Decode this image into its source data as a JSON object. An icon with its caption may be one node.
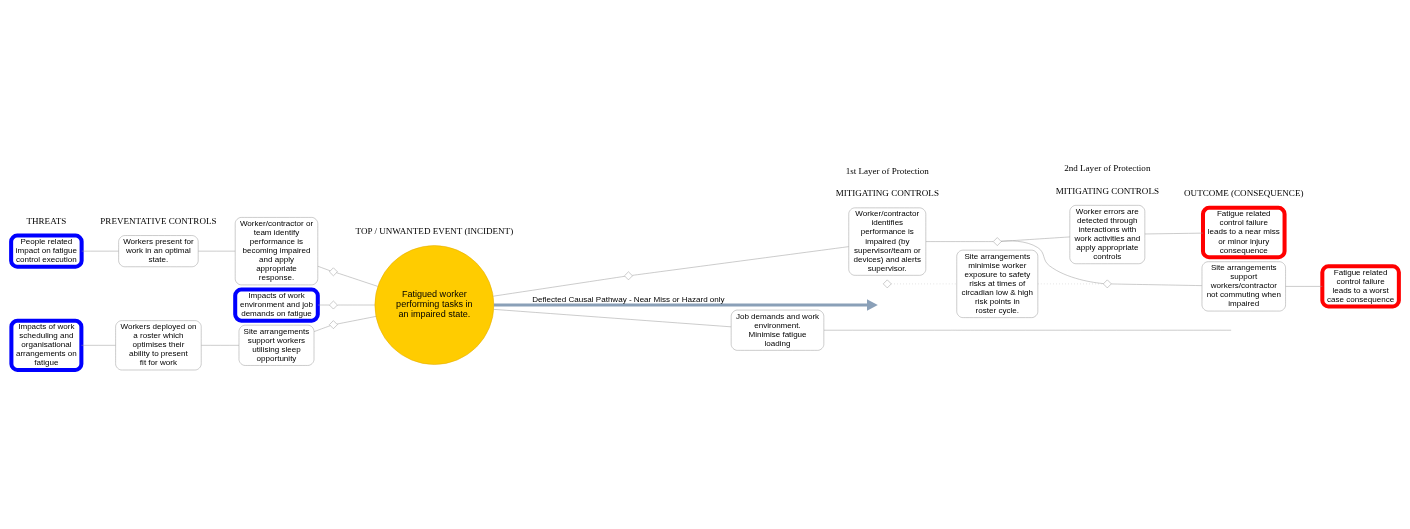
{
  "diagram": {
    "nodes": [
      {
        "text": [
          "People related impact on fatigue control execution"
        ]
      },
      {
        "text": [
          "Impacts of work environment and job demands on fatigue"
        ]
      },
      {
        "text": [
          "Impacts of work scheduling and organisational arrangements on fatigue"
        ]
      },
      {
        "text": [
          "Workers present for work in an optimal state."
        ]
      },
      {
        "text": [
          "Worker/contractor or team identify performance is becoming impaired and apply appropriate response."
        ]
      },
      {
        "text": [
          "Workers deployed on a roster which optimises their ability to present fit for work"
        ]
      },
      {
        "text": [
          "Site arrangements support workers utilising sleep opportunity"
        ]
      },
      {
        "text": [],
        "shape": "diamond"
      },
      {
        "text": [],
        "shape": "diamond"
      },
      {
        "text": [],
        "shape": "diamond"
      },
      {
        "text": [
          "Fatigued worker performing tasks in an impaired state."
        ]
      },
      {
        "text": [],
        "shape": "diamond"
      },
      {
        "text": [],
        "shape": "diamond"
      },
      {
        "text": [
          "Worker/contractor identifies performance is impaired (by supervisor/team or devices) and alerts supervisor."
        ]
      },
      {
        "text": [
          "Job demands and work environment. Minimise fatigue loading"
        ]
      },
      {
        "text": [
          "Site arrangements minimise worker exposure to safety risks at times of circadian low & high risk points in roster cycle."
        ]
      },
      {
        "text": [],
        "shape": "diamond"
      },
      {
        "text": [],
        "shape": "diamond"
      },
      {
        "text": [
          "Worker errors are detected through interactions with work activities and apply appropriate controls"
        ]
      },
      {
        "text": [
          "Site arrangements support workers/contractor not commuting when impaired"
        ]
      },
      {
        "text": [
          "Fatigue related control failure leads to a near miss or minor injury consequence"
        ]
      },
      {
        "text": [
          "Fatigue related control failure leads to a worst case consequence"
        ]
      }
    ],
    "edges": [
      {
        "from": 0,
        "to": 3,
        "arrow": "none"
      },
      {
        "from": 3,
        "to": 4,
        "arrow": "none"
      },
      {
        "from": 4,
        "to": 7,
        "arrow": "none"
      },
      {
        "from": 7,
        "to": 10,
        "arrow": "none"
      },
      {
        "from": 1,
        "to": 8,
        "arrow": "none"
      },
      {
        "from": 8,
        "to": 10,
        "arrow": "none"
      },
      {
        "from": 2,
        "to": 5,
        "arrow": "none"
      },
      {
        "from": 5,
        "to": 6,
        "arrow": "none"
      },
      {
        "from": 6,
        "to": 9,
        "arrow": "none"
      },
      {
        "from": 9,
        "to": 10,
        "arrow": "none"
      },
      {
        "from": 10,
        "to": 11,
        "arrow": "none"
      },
      {
        "from": 11,
        "to": 13,
        "arrow": "none"
      },
      {
        "from": 13,
        "to": 16,
        "arrow": "none"
      },
      {
        "from": 16,
        "to": 18,
        "arrow": "none"
      },
      {
        "from": 18,
        "to": 20,
        "arrow": "none"
      },
      {
        "from": 10,
        "to": 14,
        "arrow": "none"
      },
      {
        "from": 14,
        "to": null,
        "arrow": "none"
      },
      {
        "from": 12,
        "to": 15,
        "arrow": "none",
        "style": "dashed"
      },
      {
        "from": 15,
        "to": 17,
        "arrow": "none",
        "style": "dashed"
      },
      {
        "from": 16,
        "to": 17,
        "arrow": "none"
      },
      {
        "from": 17,
        "to": 19,
        "arrow": "none"
      },
      {
        "from": 19,
        "to": 21,
        "arrow": "none"
      },
      {
        "from": 10,
        "to": null,
        "arrow": "to",
        "style": "thick",
        "label": "Deflected Causal Pathway - Near Miss or Hazard only"
      }
    ],
    "labels": [
      "THREATS",
      "PREVENTATIVE CONTROLS",
      "TOP / UNWANTED EVENT (INCIDENT)",
      "MITIGATING CONTROLS",
      "1st Layer of Protection",
      "MITIGATING CONTROLS",
      "2nd Layer of Protection",
      "OUTCOME (CONSEQUENCE)"
    ]
  }
}
